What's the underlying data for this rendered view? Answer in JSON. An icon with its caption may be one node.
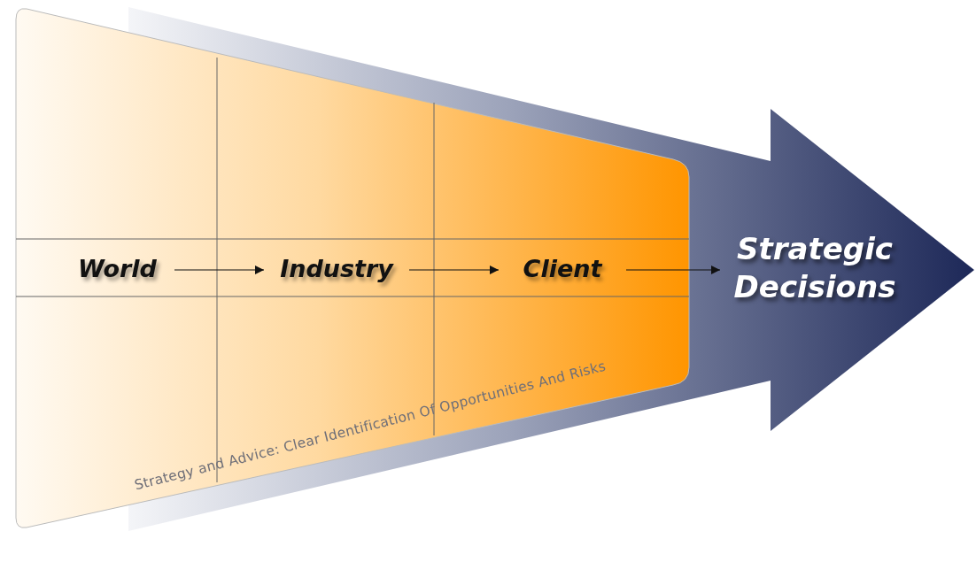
{
  "diagram": {
    "nodes": [
      {
        "text": [
          "World"
        ]
      },
      {
        "text": [
          "Industry"
        ]
      },
      {
        "text": [
          "Client"
        ]
      },
      {
        "text": [
          "Strategic Decisions"
        ]
      }
    ],
    "edges": [
      {
        "from": 0,
        "to": 1,
        "arrow": "to"
      },
      {
        "from": 1,
        "to": 2,
        "arrow": "to"
      },
      {
        "from": 2,
        "to": 3,
        "arrow": "to"
      }
    ],
    "labels": [
      "Strategy and Advice: Clear Identification Of Opportunities And Risks"
    ]
  }
}
